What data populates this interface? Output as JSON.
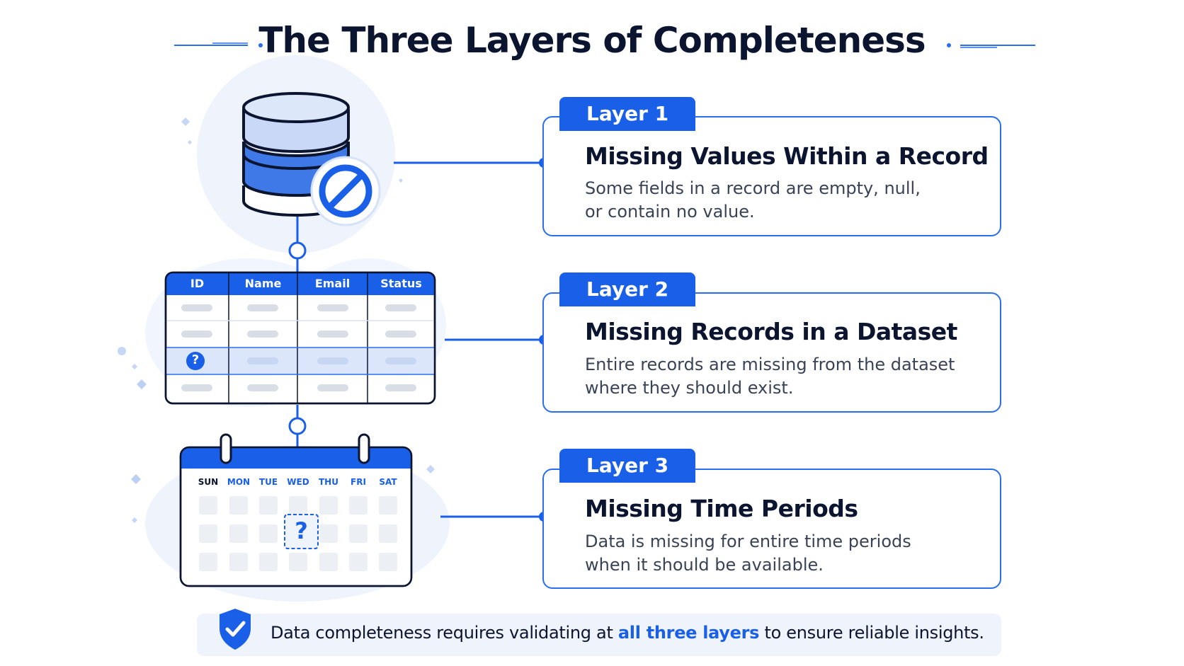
{
  "title": "The Three Layers of Completeness",
  "layers": [
    {
      "tag": "Layer 1",
      "heading": "Missing Values Within a Record",
      "text_line1": "Some fields in a record are empty, null,",
      "text_line2": "or contain no value."
    },
    {
      "tag": "Layer 2",
      "heading": "Missing Records in a Dataset",
      "text_line1": "Entire records are missing from the dataset",
      "text_line2": "where they should exist."
    },
    {
      "tag": "Layer 3",
      "heading": "Missing Time Periods",
      "text_line1": "Data is missing for entire time periods",
      "text_line2": "when it should be available."
    }
  ],
  "table": {
    "headers": [
      "ID",
      "Name",
      "Email",
      "Status"
    ],
    "missing_mark": "?"
  },
  "calendar": {
    "days": [
      "SUN",
      "MON",
      "TUE",
      "WED",
      "THU",
      "FRI",
      "SAT"
    ],
    "missing_mark": "?"
  },
  "footer": {
    "before": "Data completeness requires validating at ",
    "highlight": "all three layers",
    "after": " to ensure reliable insights."
  },
  "icons": {
    "database": "database-icon",
    "blocked": "no-entry-icon",
    "question": "question-mark-icon",
    "shield": "shield-check-icon"
  },
  "colors": {
    "primary": "#1a5fe8",
    "accent_line": "#2a6ef0",
    "title": "#0c1530",
    "body_text": "#3a4356",
    "soft_bg": "#eef3fc"
  }
}
